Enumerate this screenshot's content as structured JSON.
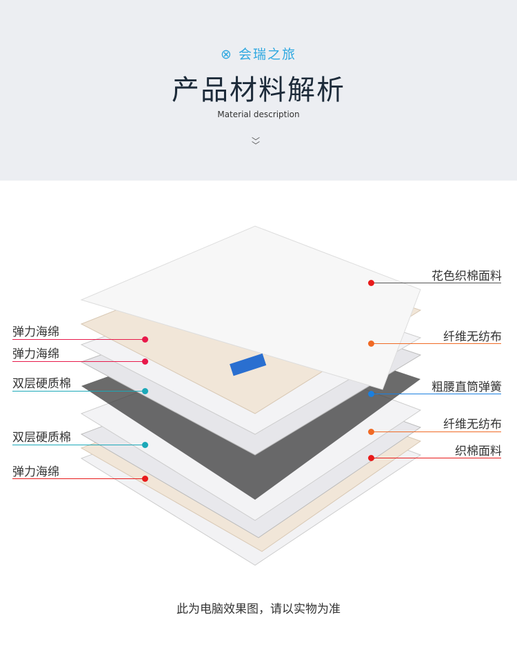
{
  "header": {
    "brand": "会瑞之旅",
    "brand_icon": "cs-logo-icon",
    "title": "产品材料解析",
    "subtitle": "Material description",
    "chevron": "chevron-double-down-icon"
  },
  "left_labels": [
    {
      "text": "弹力海绵",
      "color": "#e8194a"
    },
    {
      "text": "弹力海绵",
      "color": "#e8194a"
    },
    {
      "text": "双层硬质棉",
      "color": "#1ba8b8"
    },
    {
      "text": "双层硬质棉",
      "color": "#1ba8b8"
    },
    {
      "text": "弹力海绵",
      "color": "#e81a1a"
    }
  ],
  "right_labels": [
    {
      "text": "花色织棉面料",
      "color": "#e81a1a",
      "line": "#555555"
    },
    {
      "text": "纤维无纺布",
      "color": "#f06a24",
      "line": "#f06a24"
    },
    {
      "text": "粗腰直筒弹簧",
      "color": "#1a7fe0",
      "line": "#1a7fe0"
    },
    {
      "text": "纤维无纺布",
      "color": "#f06a24",
      "line": "#f06a24"
    },
    {
      "text": "织棉面料",
      "color": "#e81a1a",
      "line": "#e81a1a"
    }
  ],
  "note": "此为电脑效果图，请以实物为准"
}
